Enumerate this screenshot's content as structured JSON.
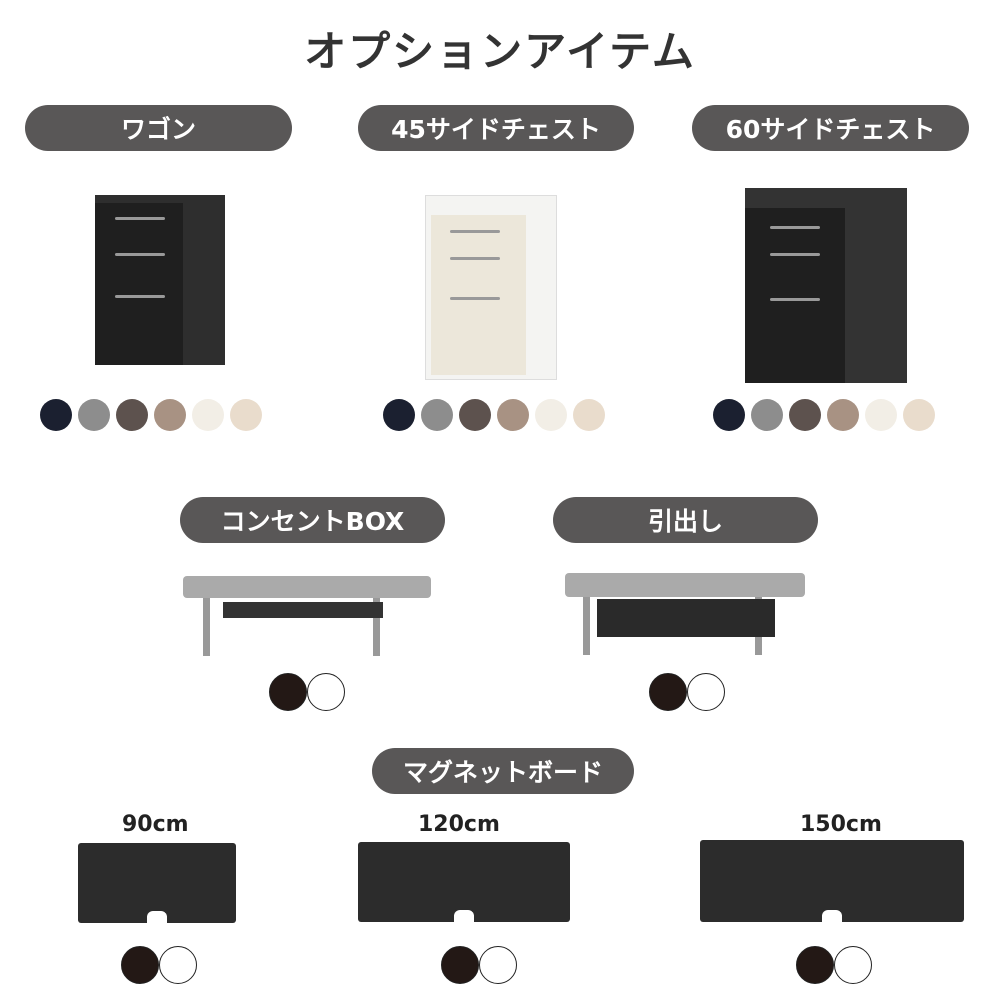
{
  "title": "オプションアイテム",
  "items": [
    {
      "label": "ワゴン",
      "swatches": [
        "#1b2030",
        "#8d8d8d",
        "#5d524e",
        "#a89283",
        "#f2eee6",
        "#e9dccc"
      ]
    },
    {
      "label": "45サイドチェスト",
      "swatches": [
        "#1b2030",
        "#8d8d8d",
        "#5d524e",
        "#a89283",
        "#f2eee6",
        "#e9dccc"
      ]
    },
    {
      "label": "60サイドチェスト",
      "swatches": [
        "#1b2030",
        "#8d8d8d",
        "#5d524e",
        "#a89283",
        "#f2eee6",
        "#e9dccc"
      ]
    },
    {
      "label": "コンセントBOX",
      "swatches": [
        "#231815",
        "#ffffff"
      ]
    },
    {
      "label": "引出し",
      "swatches": [
        "#231815",
        "#ffffff"
      ]
    }
  ],
  "magnet": {
    "label": "マグネットボード",
    "sizes": [
      {
        "label": "90cm"
      },
      {
        "label": "120cm"
      },
      {
        "label": "150cm"
      }
    ],
    "swatches": [
      "#231815",
      "#ffffff"
    ]
  }
}
